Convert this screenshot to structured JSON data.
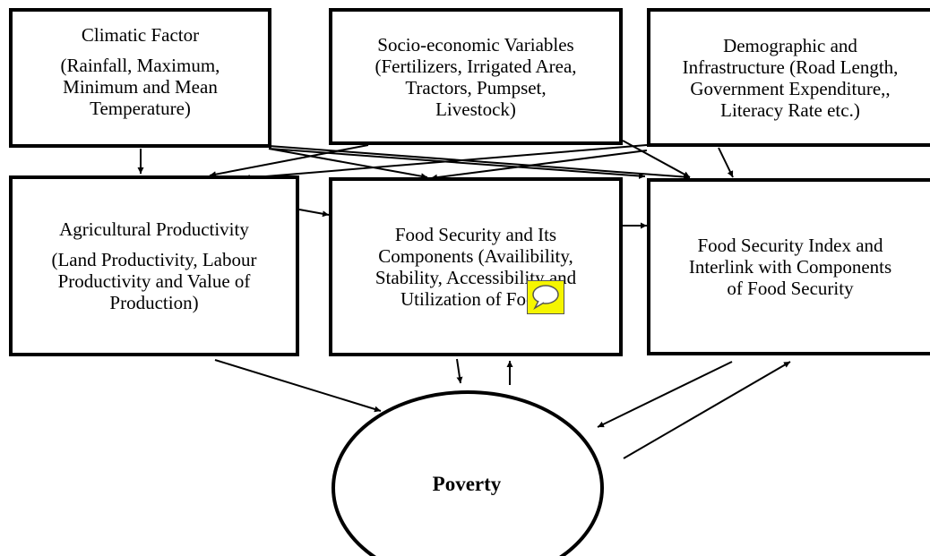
{
  "boxes": {
    "climate": {
      "title": "Climatic Factor",
      "lines": [
        "(Rainfall, Maximum,",
        "Minimum and Mean",
        "Temperature)"
      ]
    },
    "socio": {
      "lines": [
        "Socio-economic Variables",
        "(Fertilizers, Irrigated Area,",
        "Tractors, Pumpset,",
        "Livestock)"
      ]
    },
    "demographic": {
      "lines": [
        "Demographic and",
        "Infrastructure (Road Length,",
        "Government Expenditure,,",
        "Literacy Rate etc.)"
      ]
    },
    "agricultural": {
      "title": "Agricultural Productivity",
      "lines": [
        "(Land Productivity, Labour",
        "Productivity and Value of",
        "Production)"
      ]
    },
    "food_security": {
      "lines": [
        "Food Security and Its",
        "Components (Availibility,",
        "Stability, Accessibility and",
        "Utilization of Food)"
      ]
    },
    "index": {
      "lines": [
        "Food Security Index  and",
        "Interlink with Components",
        "of Food Security"
      ]
    }
  },
  "poverty": {
    "label": "Poverty"
  },
  "icons": {
    "comment": "speech-bubble-icon"
  }
}
